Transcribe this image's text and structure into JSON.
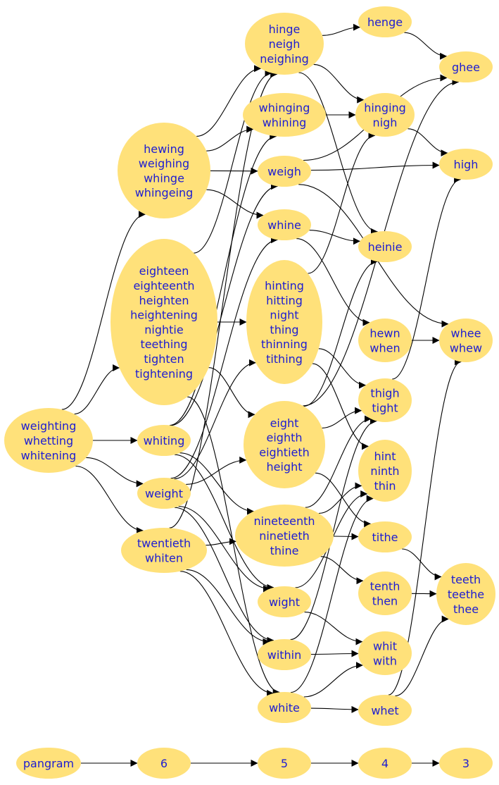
{
  "diagram": {
    "colors": {
      "node_fill": "#ffe17a",
      "label": "#1c1cd2",
      "edge": "#000000",
      "background": "#ffffff"
    },
    "nodes": [
      {
        "id": "weighting",
        "lines": [
          "weighting",
          "whetting",
          "whitening"
        ]
      },
      {
        "id": "hewing",
        "lines": [
          "hewing",
          "weighing",
          "whinge",
          "whingeing"
        ]
      },
      {
        "id": "eighteen",
        "lines": [
          "eighteen",
          "eighteenth",
          "heighten",
          "heightening",
          "nightie",
          "teething",
          "tighten",
          "tightening"
        ]
      },
      {
        "id": "whiting",
        "lines": [
          "whiting"
        ]
      },
      {
        "id": "weight",
        "lines": [
          "weight"
        ]
      },
      {
        "id": "twentieth",
        "lines": [
          "twentieth",
          "whiten"
        ]
      },
      {
        "id": "hinge",
        "lines": [
          "hinge",
          "neigh",
          "neighing"
        ]
      },
      {
        "id": "whinging",
        "lines": [
          "whinging",
          "whining"
        ]
      },
      {
        "id": "weigh",
        "lines": [
          "weigh"
        ]
      },
      {
        "id": "whine",
        "lines": [
          "whine"
        ]
      },
      {
        "id": "hinting",
        "lines": [
          "hinting",
          "hitting",
          "night",
          "thing",
          "thinning",
          "tithing"
        ]
      },
      {
        "id": "eight",
        "lines": [
          "eight",
          "eighth",
          "eightieth",
          "height"
        ]
      },
      {
        "id": "nineteenth",
        "lines": [
          "nineteenth",
          "ninetieth",
          "thine"
        ]
      },
      {
        "id": "wight",
        "lines": [
          "wight"
        ]
      },
      {
        "id": "within",
        "lines": [
          "within"
        ]
      },
      {
        "id": "white",
        "lines": [
          "white"
        ]
      },
      {
        "id": "henge",
        "lines": [
          "henge"
        ]
      },
      {
        "id": "hinging",
        "lines": [
          "hinging",
          "nigh"
        ]
      },
      {
        "id": "heinie",
        "lines": [
          "heinie"
        ]
      },
      {
        "id": "hewn",
        "lines": [
          "hewn",
          "when"
        ]
      },
      {
        "id": "thigh",
        "lines": [
          "thigh",
          "tight"
        ]
      },
      {
        "id": "hint",
        "lines": [
          "hint",
          "ninth",
          "thin"
        ]
      },
      {
        "id": "tithe",
        "lines": [
          "tithe"
        ]
      },
      {
        "id": "tenth",
        "lines": [
          "tenth",
          "then"
        ]
      },
      {
        "id": "whit",
        "lines": [
          "whit",
          "with"
        ]
      },
      {
        "id": "whet",
        "lines": [
          "whet"
        ]
      },
      {
        "id": "ghee",
        "lines": [
          "ghee"
        ]
      },
      {
        "id": "high",
        "lines": [
          "high"
        ]
      },
      {
        "id": "whee",
        "lines": [
          "whee",
          "whew"
        ]
      },
      {
        "id": "teeth",
        "lines": [
          "teeth",
          "teethe",
          "thee"
        ]
      },
      {
        "id": "pangram",
        "lines": [
          "pangram"
        ]
      },
      {
        "id": "n6",
        "lines": [
          "6"
        ]
      },
      {
        "id": "n5",
        "lines": [
          "5"
        ]
      },
      {
        "id": "n4",
        "lines": [
          "4"
        ]
      },
      {
        "id": "n3",
        "lines": [
          "3"
        ]
      }
    ],
    "edges": [
      [
        "weighting",
        "hewing"
      ],
      [
        "weighting",
        "eighteen"
      ],
      [
        "weighting",
        "whiting"
      ],
      [
        "weighting",
        "weight"
      ],
      [
        "weighting",
        "twentieth"
      ],
      [
        "hewing",
        "hinge"
      ],
      [
        "hewing",
        "whinging"
      ],
      [
        "hewing",
        "weigh"
      ],
      [
        "hewing",
        "whine"
      ],
      [
        "eighteen",
        "hinge"
      ],
      [
        "eighteen",
        "hinting"
      ],
      [
        "eighteen",
        "eight"
      ],
      [
        "eighteen",
        "white"
      ],
      [
        "whiting",
        "whinging"
      ],
      [
        "whiting",
        "weigh"
      ],
      [
        "whiting",
        "nineteenth"
      ],
      [
        "whiting",
        "wight"
      ],
      [
        "weight",
        "whine"
      ],
      [
        "weight",
        "eight"
      ],
      [
        "weight",
        "hinting"
      ],
      [
        "weight",
        "wight"
      ],
      [
        "weight",
        "within"
      ],
      [
        "twentieth",
        "hinge"
      ],
      [
        "twentieth",
        "nineteenth"
      ],
      [
        "twentieth",
        "within"
      ],
      [
        "twentieth",
        "white"
      ],
      [
        "hinge",
        "henge"
      ],
      [
        "hinge",
        "hinging"
      ],
      [
        "hinge",
        "heinie"
      ],
      [
        "whinging",
        "hinging"
      ],
      [
        "weigh",
        "ghee"
      ],
      [
        "weigh",
        "high"
      ],
      [
        "weigh",
        "whee"
      ],
      [
        "whine",
        "heinie"
      ],
      [
        "whine",
        "hewn"
      ],
      [
        "hinting",
        "hinging"
      ],
      [
        "hinting",
        "thigh"
      ],
      [
        "hinting",
        "hint"
      ],
      [
        "eight",
        "ghee"
      ],
      [
        "eight",
        "heinie"
      ],
      [
        "eight",
        "thigh"
      ],
      [
        "eight",
        "tithe"
      ],
      [
        "nineteenth",
        "thigh"
      ],
      [
        "nineteenth",
        "hint"
      ],
      [
        "nineteenth",
        "tithe"
      ],
      [
        "nineteenth",
        "tenth"
      ],
      [
        "wight",
        "hint"
      ],
      [
        "wight",
        "whit"
      ],
      [
        "within",
        "thigh"
      ],
      [
        "within",
        "whit"
      ],
      [
        "white",
        "hint"
      ],
      [
        "white",
        "whit"
      ],
      [
        "white",
        "whet"
      ],
      [
        "henge",
        "ghee"
      ],
      [
        "hinging",
        "high"
      ],
      [
        "hewn",
        "whee"
      ],
      [
        "thigh",
        "high"
      ],
      [
        "tithe",
        "teeth"
      ],
      [
        "tenth",
        "teeth"
      ],
      [
        "whet",
        "whee"
      ],
      [
        "whet",
        "teeth"
      ],
      [
        "pangram",
        "n6"
      ],
      [
        "n6",
        "n5"
      ],
      [
        "n5",
        "n4"
      ],
      [
        "n4",
        "n3"
      ]
    ]
  }
}
